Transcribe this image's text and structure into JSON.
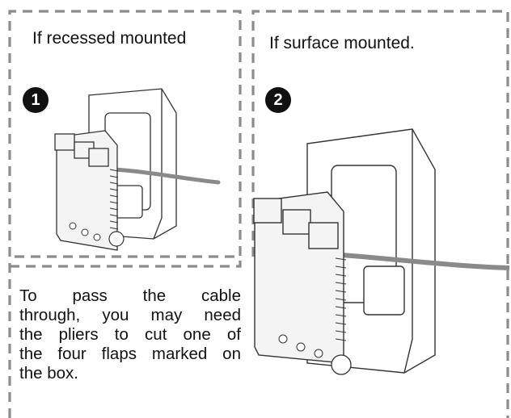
{
  "panels": {
    "recessed": {
      "title": "If recessed mounted",
      "step": "1"
    },
    "surface": {
      "title": "If surface mounted.",
      "step": "2"
    }
  },
  "note": {
    "lines": [
      "To pass the cable",
      "through, you may need",
      "the pliers to cut one of",
      "the four flaps marked on",
      "the box."
    ]
  },
  "colors": {
    "dash": "#8c8c8c",
    "line": "#333333",
    "cable": "#8a8a8a"
  }
}
